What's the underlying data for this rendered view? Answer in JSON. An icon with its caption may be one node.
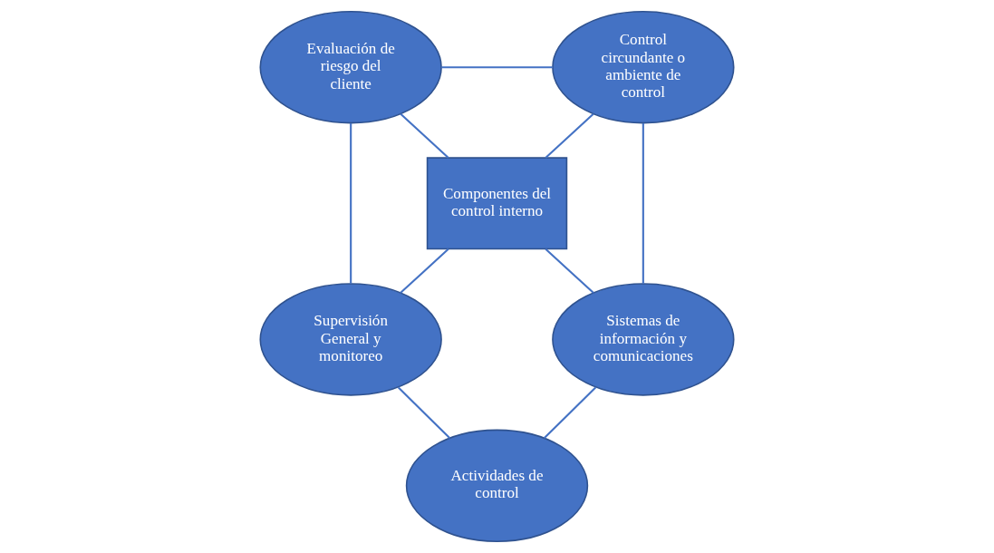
{
  "diagram": {
    "nodes": [
      {
        "text": [
          "Evaluación de riesgo del cliente"
        ]
      },
      {
        "text": [
          "Control circundante o ambiente de control"
        ]
      },
      {
        "text": [
          "Componentes del control interno"
        ]
      },
      {
        "text": [
          "Supervisión General y monitoreo"
        ]
      },
      {
        "text": [
          "Sistemas de información y comunicaciones"
        ]
      },
      {
        "text": [
          "Actividades de control"
        ]
      }
    ],
    "edges": [
      {
        "from": 0,
        "to": 1,
        "arrow": "none"
      },
      {
        "from": 0,
        "to": 2,
        "arrow": "none"
      },
      {
        "from": 1,
        "to": 2,
        "arrow": "none"
      },
      {
        "from": 0,
        "to": 3,
        "arrow": "none"
      },
      {
        "from": 1,
        "to": 4,
        "arrow": "none"
      },
      {
        "from": 2,
        "to": 3,
        "arrow": "none"
      },
      {
        "from": 2,
        "to": 4,
        "arrow": "none"
      },
      {
        "from": 3,
        "to": 5,
        "arrow": "none"
      },
      {
        "from": 4,
        "to": 5,
        "arrow": "none"
      }
    ]
  }
}
